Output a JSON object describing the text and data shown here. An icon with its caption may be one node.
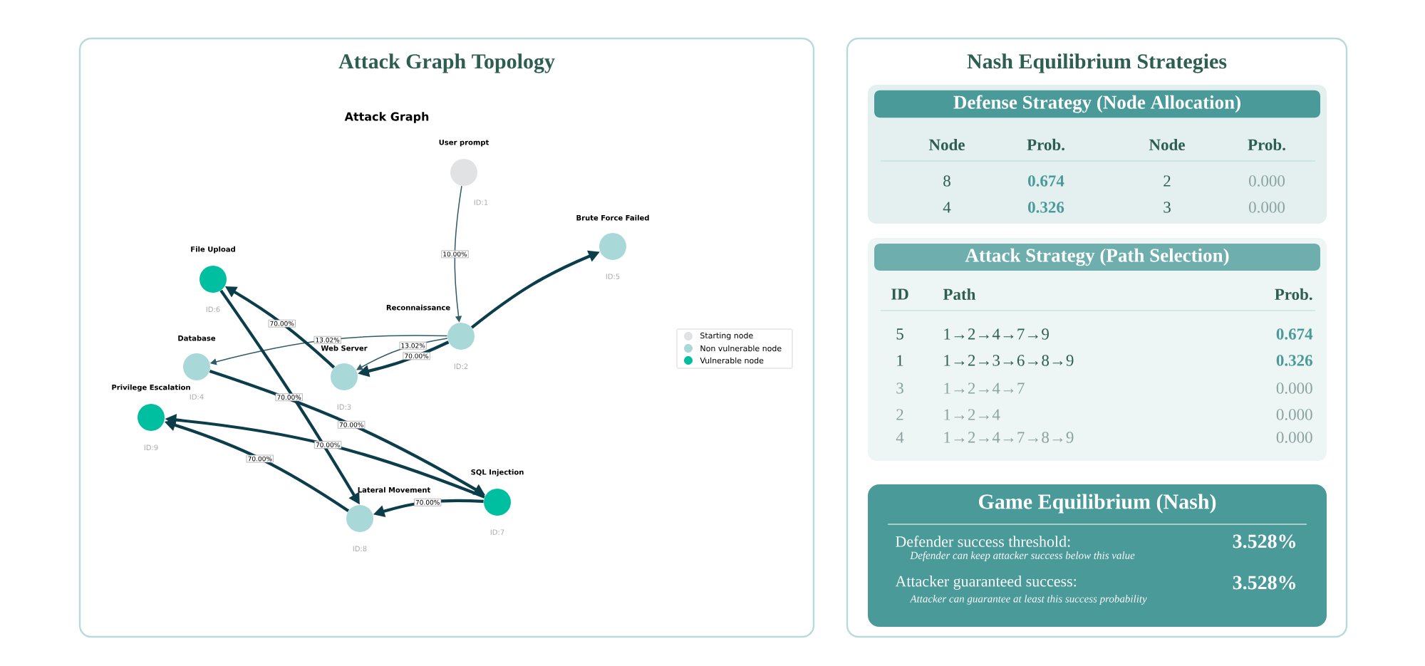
{
  "diagram": {
    "nodes": [
      {
        "text": [
          "Attack Graph Topology"
        ]
      },
      {
        "text": [
          "User prompt"
        ],
        "beside": [
          "ID:1"
        ],
        "in": 0
      },
      {
        "text": [
          "Reconnaissance"
        ],
        "beside": [
          "ID:2"
        ],
        "in": 0
      },
      {
        "text": [
          "Web Server"
        ],
        "beside": [
          "ID:3"
        ],
        "in": 0
      },
      {
        "text": [
          "Database"
        ],
        "beside": [
          "ID:4"
        ],
        "in": 0
      },
      {
        "text": [
          "Brute Force Failed"
        ],
        "beside": [
          "ID:5"
        ],
        "in": 0
      },
      {
        "text": [
          "File Upload"
        ],
        "beside": [
          "ID:6"
        ],
        "in": 0
      },
      {
        "text": [
          "SQL Injection"
        ],
        "beside": [
          "ID:7"
        ],
        "in": 0
      },
      {
        "text": [
          "Lateral Movement"
        ],
        "beside": [
          "ID:8"
        ],
        "in": 0
      },
      {
        "text": [
          "Privilege Escalation"
        ],
        "beside": [
          "ID:9"
        ],
        "in": 0
      },
      {
        "text": [
          "Nash Equilibrium Strategies"
        ]
      },
      {
        "text": [
          "Defense Strategy (Node Allocation)"
        ],
        "in": 10
      },
      {
        "text": [
          "Attack Strategy (Path Selection)"
        ],
        "in": 10
      },
      {
        "text": [
          "Game Equilibrium (Nash)",
          "Defender success threshold:",
          "3.528%",
          "Defender can keep attacker success below this value",
          "Attacker guaranteed success:",
          "3.528%",
          "Attacker can guarantee at least this success probability"
        ],
        "in": 10
      }
    ],
    "edges": [
      {
        "from": 1,
        "to": 2,
        "arrow": "to",
        "label": "10.00%",
        "color": "#2e5b66"
      },
      {
        "from": 2,
        "to": 3,
        "arrow": "to",
        "label": "70.00%"
      },
      {
        "from": 2,
        "to": 3,
        "arrow": "to",
        "label": "13.02%",
        "color": "#2e5b66"
      },
      {
        "from": 2,
        "to": 4,
        "arrow": "to",
        "label": "13.02%",
        "color": "#2e5b66"
      },
      {
        "from": 2,
        "to": 5,
        "arrow": "to"
      },
      {
        "from": 3,
        "to": 6,
        "arrow": "to",
        "label": "70.00%"
      },
      {
        "from": 6,
        "to": 8,
        "arrow": "to",
        "label": "70.00%"
      },
      {
        "from": 4,
        "to": 7,
        "arrow": "to",
        "label": "70.00%"
      },
      {
        "from": 7,
        "to": 9,
        "arrow": "to",
        "label": "70.00%"
      },
      {
        "from": 8,
        "to": 9,
        "arrow": "to",
        "label": "70.00%"
      },
      {
        "from": 7,
        "to": 8,
        "arrow": "to",
        "label": "70.00%"
      }
    ],
    "labels": [
      "Attack Graph",
      "Node",
      "Prob.",
      "Node",
      "Prob.",
      "8",
      "0.674",
      "2",
      "0.000",
      "4",
      "0.326",
      "3",
      "0.000",
      "ID",
      "Path",
      "Prob.",
      "5",
      "1→2→4→7→9",
      "0.674",
      "1",
      "1→2→3→6→8→9",
      "0.326",
      "3",
      "1→2→4→7",
      "0.000",
      "2",
      "1→2→4",
      "0.000",
      "4",
      "1→2→4→7→8→9",
      "0.000"
    ],
    "legend": [
      {
        "text": "Starting node",
        "color": "#e0e2e4"
      },
      {
        "text": "Non vulnerable node",
        "color": "#a8d8d8"
      },
      {
        "text": "Vulnerable node",
        "color": "#00bfa0"
      }
    ]
  }
}
